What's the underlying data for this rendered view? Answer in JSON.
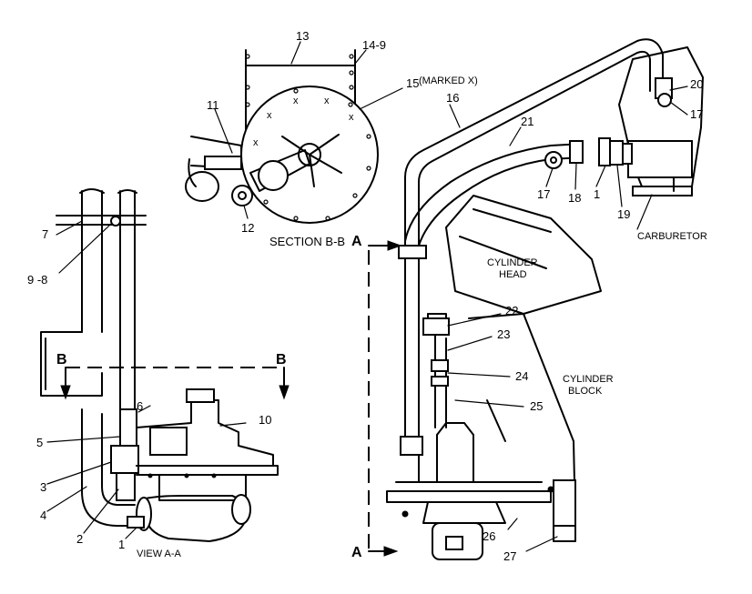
{
  "section_labels": {
    "section_b": "SECTION B-B",
    "view_a": "VIEW A-A",
    "marked_x": "(MARKED X)"
  },
  "text_labels": {
    "cylinder_head": [
      "CYLINDER",
      "HEAD"
    ],
    "cylinder_block": [
      "CYLINDER",
      "BLOCK"
    ],
    "carburetor": "CARBURETOR"
  },
  "section_arrows": {
    "a_top": "A",
    "a_bottom": "A",
    "b_left": "B",
    "b_right": "B"
  },
  "callouts": {
    "c1": "1",
    "c2": "2",
    "c3": "3",
    "c4": "4",
    "c5": "5",
    "c6": "6",
    "c7": "7",
    "c9_8": "9 -8",
    "c10": "10",
    "c11": "11",
    "c12": "12",
    "c13": "13",
    "c14_9": "14-9",
    "c15": "15",
    "c16": "16",
    "c17a": "17",
    "c17b": "17",
    "c18": "18",
    "c1b": "1",
    "c19": "19",
    "c20": "20",
    "c21": "21",
    "c22": "22",
    "c23": "23",
    "c24": "24",
    "c25": "25",
    "c26": "26",
    "c27": "27"
  },
  "marker_x": "x"
}
